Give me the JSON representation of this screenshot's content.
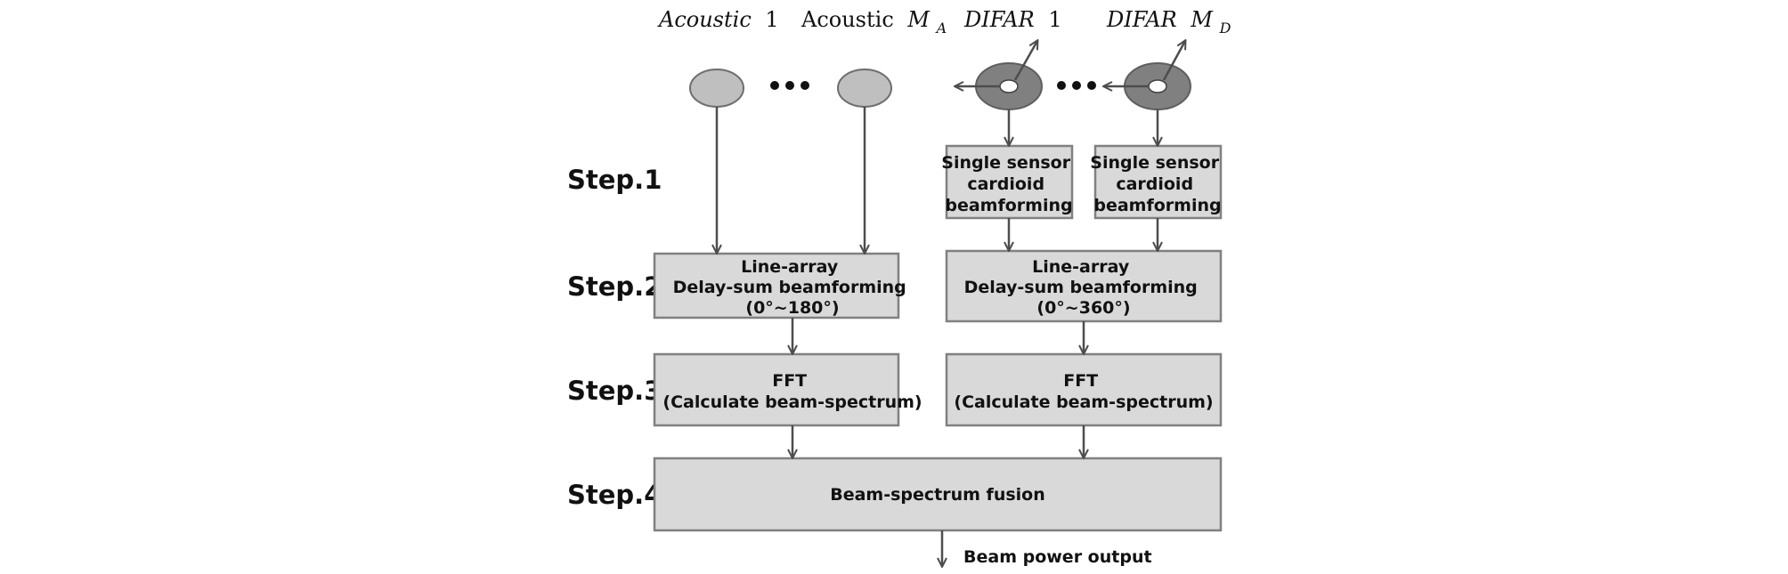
{
  "sensors": {
    "acoustic_1": {
      "name": "Acoustic",
      "index": "1"
    },
    "acoustic_m": {
      "name": "Acoustic",
      "index": "M",
      "subscript": "A"
    },
    "difar_1": {
      "name": "DIFAR",
      "index": "1"
    },
    "difar_m": {
      "name": "DIFAR",
      "index": "M",
      "subscript": "D"
    }
  },
  "steps": {
    "step1": "Step.1",
    "step2": "Step.2",
    "step3": "Step.3",
    "step4": "Step.4"
  },
  "boxes": {
    "cardioid_1": [
      "Single sensor",
      "cardioid",
      "beamforming"
    ],
    "cardioid_2": [
      "Single sensor",
      "cardioid",
      "beamforming"
    ],
    "line_array_acoustic": [
      "Line-array",
      "Delay-sum beamforming",
      "(0°~180°)"
    ],
    "line_array_difar": [
      "Line-array",
      "Delay-sum beamforming",
      "(0°~360°)"
    ],
    "fft_acoustic": [
      "FFT",
      "(Calculate beam-spectrum)"
    ],
    "fft_difar": [
      "FFT",
      "(Calculate beam-spectrum)"
    ],
    "fusion": [
      "Beam-spectrum fusion"
    ]
  },
  "output": {
    "label": "Beam power output"
  }
}
